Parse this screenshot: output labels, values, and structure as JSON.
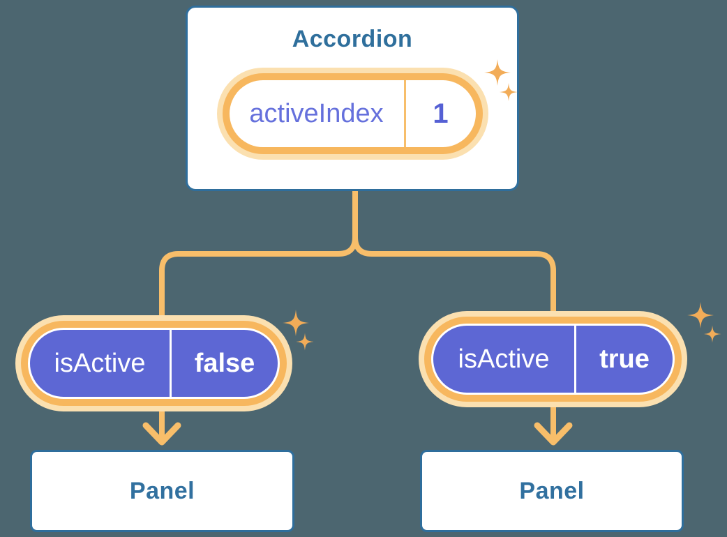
{
  "diagram": {
    "root_component": {
      "title": "Accordion",
      "state_pill": {
        "name": "activeIndex",
        "value": "1"
      }
    },
    "branches": [
      {
        "prop_pill": {
          "name": "isActive",
          "value": "false"
        },
        "child_component": {
          "title": "Panel"
        }
      },
      {
        "prop_pill": {
          "name": "isActive",
          "value": "true"
        },
        "child_component": {
          "title": "Panel"
        }
      }
    ],
    "colors": {
      "background": "#4C6670",
      "card_fill": "#FFFFFF",
      "card_border": "#2F6E9C",
      "card_text": "#2F6F9C",
      "connector": "#F8BE6A",
      "pill_ring": "#F7B75E",
      "pill_glow": "#FBE0B0",
      "pill_fill_purple": "#5D67D4",
      "pill_text_purple": "#6570DC",
      "pill_value_purple": "#5560D4",
      "pill_text_white": "#FFFFFF",
      "sparkle": "#F2AC58"
    }
  }
}
